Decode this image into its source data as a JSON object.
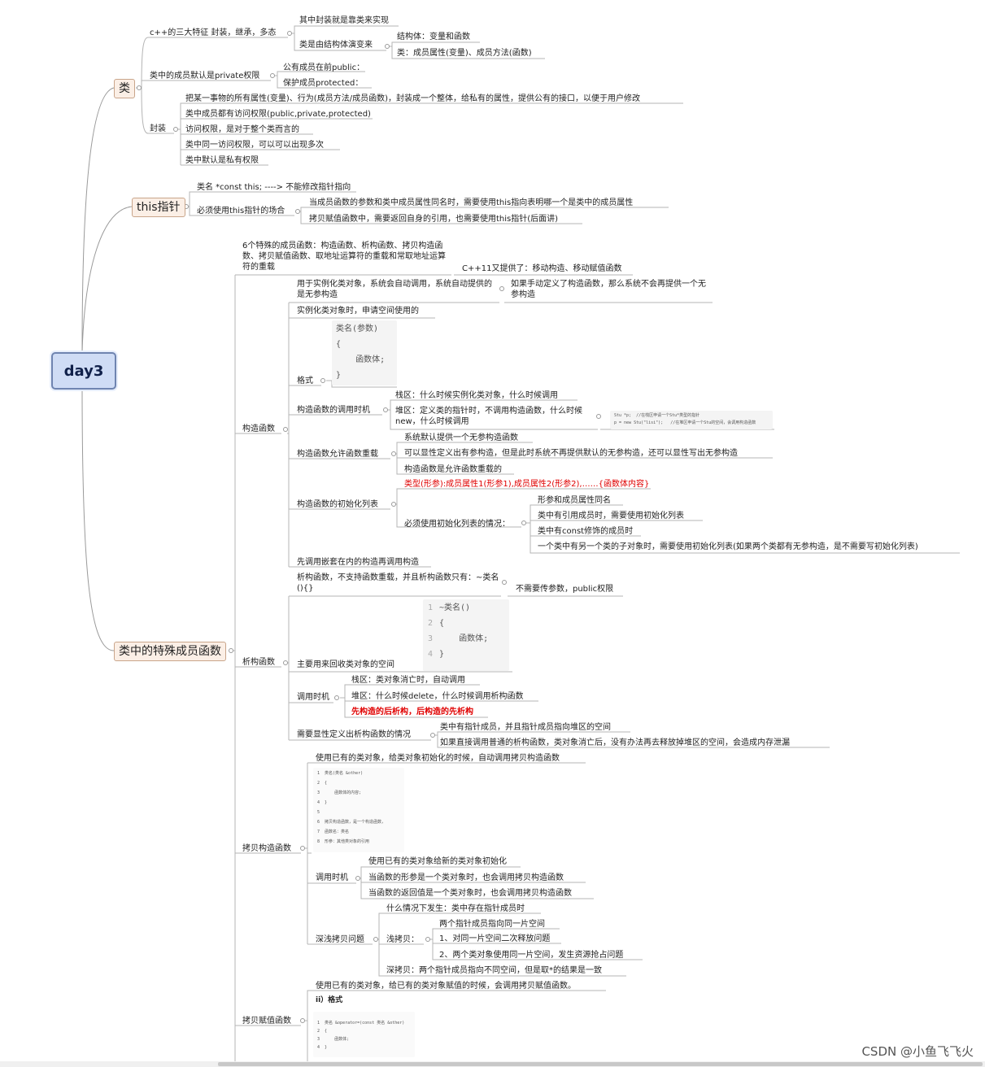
{
  "root": "day3",
  "branches": {
    "class": {
      "label": "类",
      "features": {
        "label": "c++的三大特征 封装，继承，多态",
        "encap_by_class": "其中封装就是靠类来实现",
        "class_from_struct": "类是由结构体演变来",
        "struct_members": "结构体：变量和函数",
        "class_members": "类：成员属性(变量)、成员方法(函数)"
      },
      "default_private": {
        "label": "类中的成员默认是private权限",
        "public": "公有成员在前public：",
        "protected": "保护成员protected："
      },
      "encapsulation": {
        "label": "封装",
        "items": [
          "把某一事物的所有属性(变量)、行为(成员方法/成员函数)，封装成一个整体，给私有的属性，提供公有的接口，以便于用户修改",
          "类中成员都有访问权限(public,private,protected)",
          "访问权限，是对于整个类而言的",
          "类中同一访问权限，可以可以出现多次",
          "类中默认是私有权限"
        ]
      }
    },
    "this": {
      "label": "this指针",
      "decl": "类名 *const this;  ----> 不能修改指针指向",
      "must_use": "必须使用this指针的场合",
      "cases": [
        "当成员函数的参数和类中成员属性同名时，需要使用this指向表明哪一个是类中的成员属性",
        "拷贝赋值函数中，需要返回自身的引用，也需要使用this指针(后面讲)"
      ]
    },
    "special": {
      "label": "类中的特殊成员函数",
      "intro": "6个特殊的成员函数：构造函数、析构函数、拷贝构造函数、拷贝赋值函数、取地址运算符的重载和常取地址运算符的重载",
      "cpp11": "C++11又提供了：移动构造、移动赋值函数",
      "ctor": {
        "label": "构造函数",
        "usage": "用于实例化类对象，系统会自动调用，系统自动提供的是无参构造",
        "usage_note": "如果手动定义了构造函数，那么系统不会再提供一个无参构造",
        "alloc": "实例化类对象时，申请空间使用的",
        "format": "格式",
        "format_code": [
          "类名(参数)",
          "{",
          "    函数体;",
          "}"
        ],
        "when": "构造函数的调用时机",
        "stack": "栈区：什么时候实例化类对象，什么时候调用",
        "heap": "堆区：定义类的指针时，不调用构造函数，什么时候new，什么时候调用",
        "heap_code": [
          "Stu *p;  //在栈区申请一个Stu*类型的指针",
          "p = new Stu(\"lisi\");   //在堆区申请一个Stu的空间，会调用构造函数"
        ],
        "overload": "构造函数允许函数重载",
        "overload_items": [
          "系统默认提供一个无参构造函数",
          "可以显性定义出有参构造，但是此时系统不再提供默认的无参构造，还可以显性写出无参构造",
          "构造函数是允许函数重载的"
        ],
        "init_list": "构造函数的初始化列表",
        "init_syntax": "类型(形参):成员属性1(形参1),成员属性2(形参2),……{函数体内容}",
        "must_init": "必须使用初始化列表的情况：",
        "must_cases": [
          "形参和成员属性同名",
          "类中有引用成员时，需要使用初始化列表",
          "类中有const修饰的成员时",
          "一个类中有另一个类的子对象时，需要使用初始化列表(如果两个类都有无参构造，是不需要写初始化列表)"
        ],
        "nested": "先调用嵌套在内的构造再调用构造"
      },
      "dtor": {
        "label": "析构函数",
        "no_overload": "析构函数，不支持函数重载，并且析构函数只有：~类名(){}",
        "no_param": "不需要传参数，public权限",
        "purpose": "主要用来回收类对象的空间",
        "code_nums": [
          "1",
          "2",
          "3",
          "4"
        ],
        "code": [
          "~类名()",
          "{",
          "    函数体;",
          "}"
        ],
        "when": "调用时机",
        "stack": "栈区：类对象消亡时，自动调用",
        "heap": "堆区：什么时候delete，什么时候调用析构函数",
        "order": "先构造的后析构，后构造的先析构",
        "explicit": "需要显性定义出析构函数的情况",
        "explicit_items": [
          "类中有指针成员，并且指针成员指向堆区的空间",
          "如果直接调用普通的析构函数，类对象消亡后，没有办法再去释放掉堆区的空间，会造成内存泄漏"
        ]
      },
      "copy_ctor": {
        "label": "拷贝构造函数",
        "desc": "使用已有的类对象，给类对象初始化的时候，自动调用拷贝构造函数",
        "code": [
          "1  类名(类名 &other)",
          "2  {",
          "3      函数体的内容;",
          "4  }",
          "5",
          "6  拷贝构造函数，是一个构造函数，",
          "7  函数名：类名",
          "8  形参：其他类对象的引用"
        ],
        "when": "调用时机",
        "when_items": [
          "使用已有的类对象给新的类对象初始化",
          "当函数的形参是一个类对象时，也会调用拷贝构造函数",
          "当函数的返回值是一个类对象时，也会调用拷贝构造函数"
        ],
        "deep_shallow": "深浅拷贝问题",
        "when_happen": "什么情况下发生：类中存在指针成员时",
        "shallow": "浅拷贝：",
        "shallow_items": [
          "两个指针成员指向同一片空间",
          "1、对同一片空间二次释放问题",
          "2、两个类对象使用同一片空间，发生资源抢占问题"
        ],
        "deep": "深拷贝：两个指针成员指向不同空间，但是取*的结果是一致"
      },
      "copy_assign": {
        "label": "拷贝赋值函数",
        "desc": "使用已有的类对象，给已有的类对象赋值的时候，会调用拷贝赋值函数。",
        "fmt": "ii）格式",
        "code": [
          "1  类名 &operator=(const 类名 &other)",
          "2  {",
          "3      函数体;",
          "4  }"
        ]
      }
    }
  },
  "watermark": "CSDN @小鱼飞飞火"
}
